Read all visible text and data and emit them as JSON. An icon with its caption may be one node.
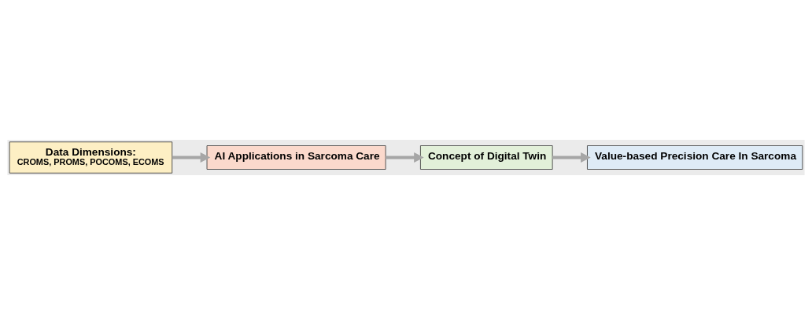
{
  "diagram": {
    "nodes": [
      {
        "text": [
          "Data Dimensions:",
          "CROMS, PROMS, POCOMS, ECOMS"
        ]
      },
      {
        "text": [
          "AI Applications in Sarcoma Care"
        ]
      },
      {
        "text": [
          "Concept of Digital Twin"
        ]
      },
      {
        "text": [
          "Value-based Precision Care In Sarcoma"
        ]
      }
    ],
    "edges": [
      {
        "from": 0,
        "to": 1,
        "arrow": "to"
      },
      {
        "from": 1,
        "to": 2,
        "arrow": "to"
      },
      {
        "from": 2,
        "to": 3,
        "arrow": "to"
      }
    ]
  }
}
